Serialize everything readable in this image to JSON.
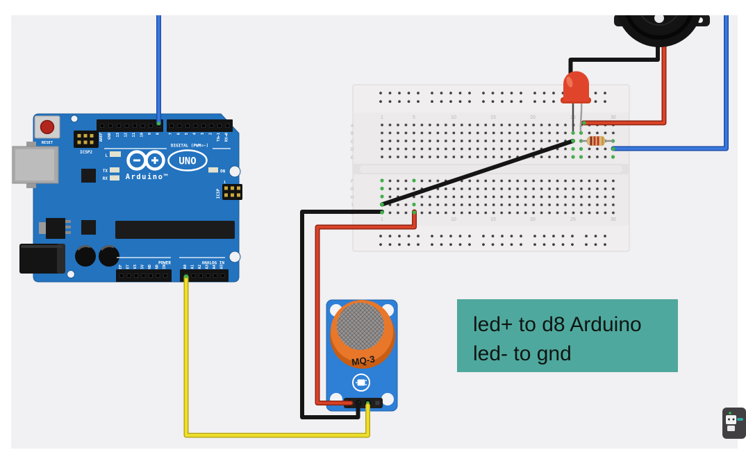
{
  "colors": {
    "content_bg": "#f1f0f2",
    "board_blue": "#2373bf",
    "mq3_blue": "#2e7fd6",
    "note_teal": "#4fa89d",
    "wire_red": "#d84327",
    "wire_black": "#151515",
    "wire_yellow": "#efdf2e",
    "wire_blue": "#3a78dd",
    "connection_green": "#3fb24a",
    "breadboard_bg": "#eceaea",
    "resistor_body": "#dcb97a",
    "led_red": "#e0452b",
    "buzzer_black": "#131313",
    "sensor_orange": "#e8772a"
  },
  "arduino": {
    "reset_label": "RESET",
    "icsp2_label": "ICSP2",
    "icsp_label": "ICSP",
    "icsp_pin1": "1",
    "digital_caption": "DIGITAL (PWM=~)",
    "led_l": "L",
    "led_tx": "TX",
    "led_rx": "RX",
    "on_label": "ON",
    "brand": "Arduino™",
    "model": "UNO",
    "power_caption": "POWER",
    "analog_caption": "ANALOG IN",
    "digital_left": [
      "AREF",
      "GND",
      "13",
      "12",
      "11",
      "10",
      "9",
      "8"
    ],
    "digital_right": [
      "7",
      "6",
      "5",
      "4",
      "3",
      "2",
      "TX►1",
      "RX◄0"
    ],
    "power_pins": [
      "IOREF",
      "RESET",
      "3V3",
      "5V",
      "GND",
      "GND",
      "VIN"
    ],
    "analog_pins": [
      "A0",
      "A1",
      "A2",
      "A3",
      "A4",
      "A5"
    ]
  },
  "breadboard": {
    "row_letters_top": [
      "A",
      "B",
      "C",
      "D",
      "E"
    ],
    "row_letters_bottom": [
      "F",
      "G",
      "H",
      "I",
      "J"
    ],
    "column_numbers": [
      "1",
      "5",
      "10",
      "15",
      "20",
      "25",
      "30"
    ]
  },
  "mq3": {
    "label": "MQ-3"
  },
  "note": {
    "line1": "led+ to d8 Arduino",
    "line2": "led- to gnd"
  }
}
